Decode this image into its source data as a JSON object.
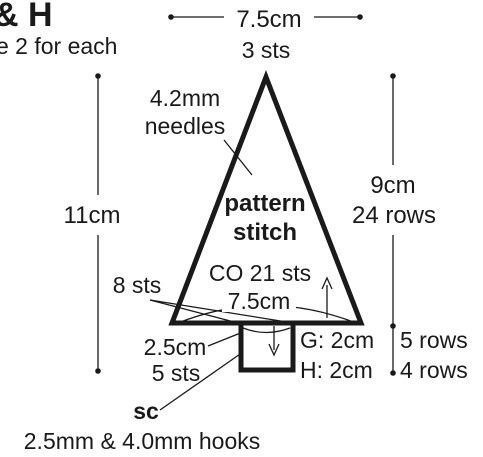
{
  "title_fragment": "& H",
  "subtitle_fragment": "e 2 for each",
  "top_width": "7.5cm",
  "top_sts": "3 sts",
  "needles_line1": "4.2mm",
  "needles_line2": "needles",
  "height_left": "11cm",
  "height_right": "9cm",
  "rows_right": "24 rows",
  "stitch_line1": "pattern",
  "stitch_line2": "stitch",
  "base_sts": "8 sts",
  "cast_on": "CO 21 sts",
  "base_width": "7.5cm",
  "trunk_width": "2.5cm",
  "trunk_sts": "5 sts",
  "g_size": "G: 2cm",
  "g_rows": "5 rows",
  "h_size": "H: 2cm",
  "h_rows": "4 rows",
  "sc_label": "sc",
  "hooks": "2.5mm & 4.0mm hooks",
  "colors": {
    "ink": "#1a1a1a",
    "background": "#ffffff"
  }
}
